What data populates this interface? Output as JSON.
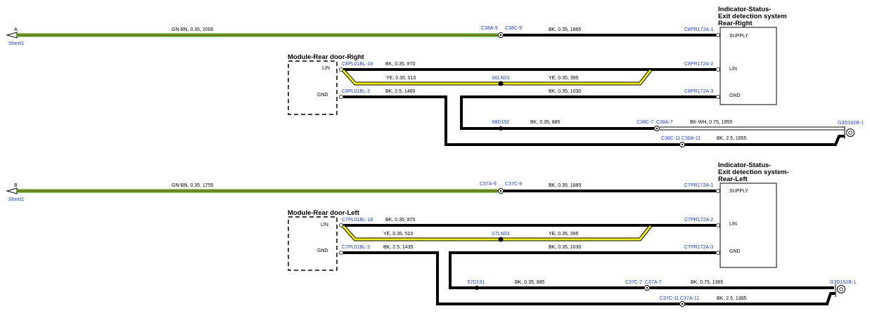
{
  "top": {
    "offpage_letter": "A",
    "offpage_ref": "Sheet1",
    "green_wire": "GN-BN,  0.35,  2000",
    "conn_left": "C38A-9",
    "conn_right": "C38C-9",
    "supply_wire": "BK,  0.35,  1885",
    "supply_pin": "C8PR172A-1",
    "indicator_title_1": "Indicator-Status-",
    "indicator_title_2": "Exit detection system",
    "indicator_title_3": "Rear-Right",
    "pin_supply": "SUPPLY",
    "pin_lin": "LIN",
    "pin_gnd": "GND",
    "module_title": "Module-Rear door-Right",
    "module_lin": "LIN",
    "module_gnd": "GND",
    "lin_pin": "C8PL01BL-18",
    "lin_wire": "BK,  0.35,  870",
    "lin_right_pin": "C8PR172A-2",
    "yellow_left": "YE,  0.35,  510",
    "splice": "S6LN03",
    "yellow_right": "YE,  0.35,  395",
    "gnd_pin": "C8PL01BL-2",
    "gnd_wire": "BK,  2.5,  1460",
    "gnd_right_wire": "BK,  0.35,  1030",
    "gnd_right_pin": "C8PR172A-3",
    "splice_gnd": "S8D192",
    "splice_gnd_wire": "BK,  0.35,  885",
    "c_mid": "C38C-7",
    "c_mid2": "C38A-7",
    "bkwh_wire": "BK-WH,  0.75,  1955",
    "ground_ref": "G3D192B-1",
    "c_low": "C38C-11",
    "c_low2": "C38A-11",
    "low_wire": "BK,  2.5,  1955"
  },
  "bottom": {
    "offpage_letter": "B",
    "offpage_ref": "Sheet1",
    "green_wire": "GN-BN,  0.35,  1755",
    "conn_left": "C37A-9",
    "conn_right": "C37C-9",
    "supply_wire": "BK,  0.35,  1885",
    "supply_pin": "C7PR172A-1",
    "indicator_title_1": "Indicator-Status-",
    "indicator_title_2": "Exit detection system-",
    "indicator_title_3": "Rear-Left",
    "pin_supply": "SUPPLY",
    "pin_lin": "LIN",
    "pin_gnd": "GND",
    "module_title": "Module-Rear door-Left",
    "module_lin": "LIN",
    "module_gnd": "GND",
    "lin_pin": "C7PL01BL-18",
    "lin_wire": "BK,  0.35,  870",
    "lin_right_pin": "C7PR172A-2",
    "yellow_left": "YE,  0.35,  510",
    "splice": "S7LN03",
    "yellow_right": "YE,  0.35,  395",
    "gnd_pin": "C7PL01BL-2",
    "gnd_wire": "BK,  2.5,  1435",
    "gnd_right_wire": "BK,  0.35,  1030",
    "gnd_right_pin": "C7PR172A-3",
    "splice_gnd": "S7D191",
    "splice_gnd_wire": "BK,  0.35,  885",
    "c_mid": "C37C-7",
    "c_mid2": "C37A-7",
    "bkwh_wire": "BK,  0.75,  1365",
    "ground_ref": "G3D191B-1",
    "c_low": "C37C-11",
    "c_low2": "C37A-11",
    "low_wire": "BK,  2.5,  1365"
  },
  "colors": {
    "green_wire": "#5a9a1e",
    "green_stripe": "#8b6b2a",
    "yellow_wire": "#f2ee1a",
    "black_wire": "#000000",
    "connector_label": "#1f3fcf"
  }
}
